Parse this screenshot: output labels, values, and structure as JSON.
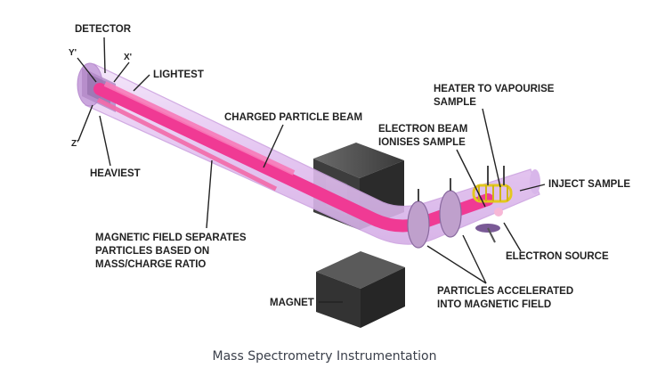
{
  "diagram": {
    "labels": {
      "detector": "DETECTOR",
      "y_axis": "Y'",
      "x_axis": "X'",
      "z_axis": "Z'",
      "lightest": "LIGHTEST",
      "heaviest": "HEAVIEST",
      "charged_beam": "CHARGED PARTICLE BEAM",
      "electron_beam_line1": "ELECTRON BEAM",
      "electron_beam_line2": "IONISES SAMPLE",
      "heater_line1": "HEATER TO VAPOURISE",
      "heater_line2": "SAMPLE",
      "inject_sample": "INJECT SAMPLE",
      "magnetic_field_line1": "MAGNETIC FIELD SEPARATES",
      "magnetic_field_line2": "PARTICLES BASED ON",
      "magnetic_field_line3": "MASS/CHARGE RATIO",
      "electron_source": "ELECTRON SOURCE",
      "magnet": "MAGNET",
      "accelerated_line1": "PARTICLES ACCELERATED",
      "accelerated_line2": "INTO MAGNETIC FIELD"
    },
    "colors": {
      "tube": "#e4c6f1",
      "tube_edge": "#c9a0dc",
      "beam": "#f03a94",
      "beam_light": "#f77ab8",
      "magnet": "#454545",
      "coil": "#e3c81f"
    }
  },
  "caption": "Mass Spectrometry Instrumentation"
}
